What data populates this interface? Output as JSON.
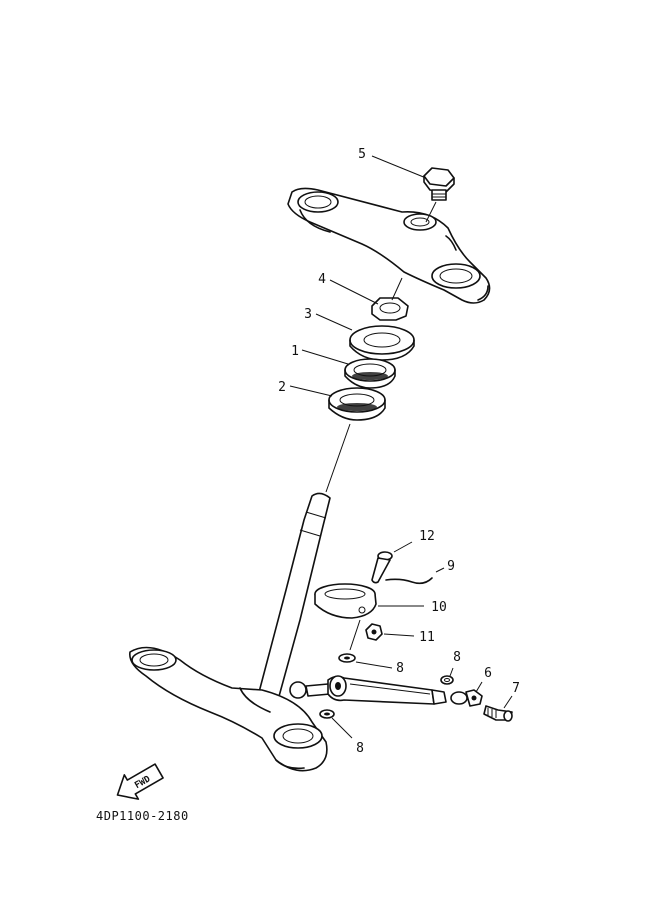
{
  "diagram": {
    "parts": [
      {
        "id": "1",
        "label": "1"
      },
      {
        "id": "2",
        "label": "2"
      },
      {
        "id": "3",
        "label": "3"
      },
      {
        "id": "4",
        "label": "4"
      },
      {
        "id": "5",
        "label": "5"
      },
      {
        "id": "6",
        "label": "6"
      },
      {
        "id": "7",
        "label": "7"
      },
      {
        "id": "8a",
        "label": "8"
      },
      {
        "id": "8b",
        "label": "8"
      },
      {
        "id": "8c",
        "label": "8"
      },
      {
        "id": "9",
        "label": "9"
      },
      {
        "id": "10",
        "label": "10"
      },
      {
        "id": "11",
        "label": "11"
      },
      {
        "id": "12",
        "label": "12"
      }
    ],
    "fwd_label": "FWD",
    "drawing_code": "4DP1100-2180"
  }
}
